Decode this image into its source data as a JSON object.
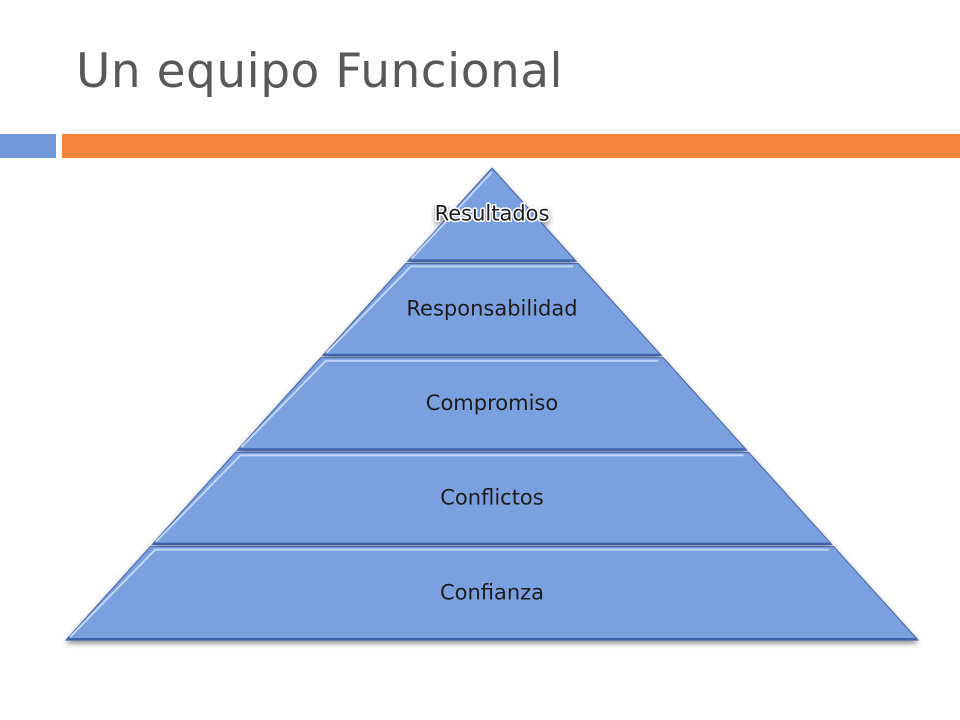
{
  "slide": {
    "title": "Un equipo Funcional"
  },
  "colors": {
    "title_text": "#595959",
    "accent_blue": "#7198d9",
    "accent_orange": "#f5853a",
    "pyramid_fill": "#7aa0e0",
    "pyramid_edge": "#c9dafa",
    "pyramid_shadow": "#3f62a8"
  },
  "pyramid": {
    "levels": [
      {
        "label": "Resultados"
      },
      {
        "label": "Responsabilidad"
      },
      {
        "label": "Compromiso"
      },
      {
        "label": "Conflictos"
      },
      {
        "label": "Confianza"
      }
    ]
  }
}
